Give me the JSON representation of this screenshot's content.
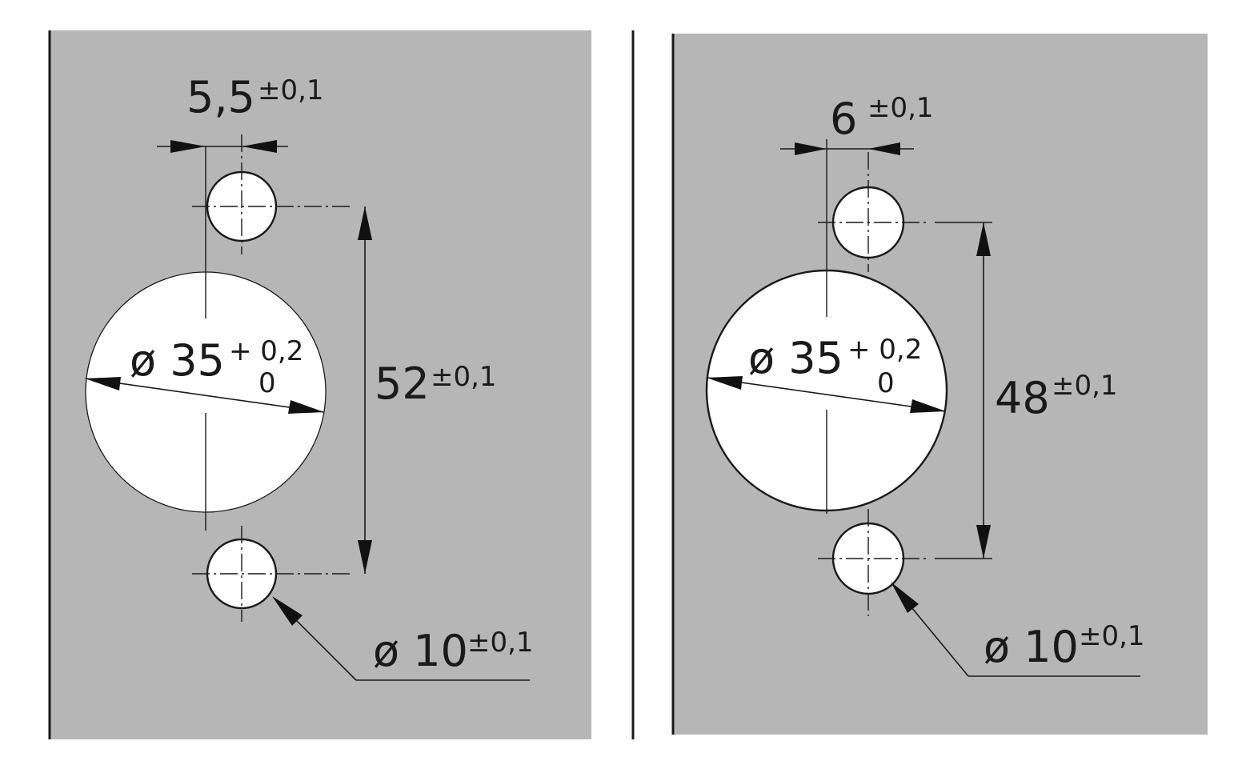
{
  "colors": {
    "panel": "#b6b6b6",
    "hole": "#ffffff",
    "line": "#1a1a1a"
  },
  "left_drawing": {
    "offset": {
      "value": "5,5",
      "tol": "±0,1"
    },
    "distance": {
      "value": "52",
      "tol": "±0,1"
    },
    "cup": {
      "value": "ø 35",
      "tol_upper": "+ 0,2",
      "tol_lower": "0"
    },
    "screw": {
      "value": "ø 10",
      "tol": "±0,1"
    }
  },
  "right_drawing": {
    "offset": {
      "value": "6",
      "tol": "±0,1"
    },
    "distance": {
      "value": "48",
      "tol": "±0,1"
    },
    "cup": {
      "value": "ø 35",
      "tol_upper": "+ 0,2",
      "tol_lower": "0"
    },
    "screw": {
      "value": "ø 10",
      "tol": "±0,1"
    }
  }
}
